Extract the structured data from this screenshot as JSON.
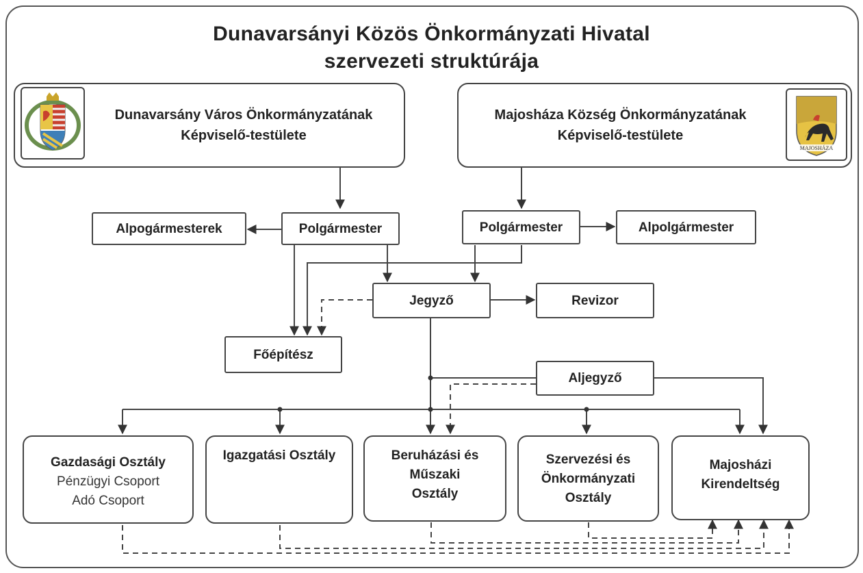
{
  "title": {
    "line1": "Dunavarsányi Közös Önkormányzati Hivatal",
    "line2": "szervezeti struktúrája"
  },
  "councils": {
    "dunavarsany": {
      "line1": "Dunavarsány Város Önkormányzatának",
      "line2": "Képviselő-testülete",
      "crest_icon": "dunavarsany-coat-of-arms"
    },
    "majoshaza": {
      "line1": "Majosháza Község Önkormányzatának",
      "line2": "Képviselő-testülete",
      "crest_icon": "majoshaza-coat-of-arms",
      "crest_text": "MAJOSHÁZA"
    }
  },
  "roles": {
    "alpolgarmesterek": "Alpogármesterek",
    "polgarmester_left": "Polgármester",
    "polgarmester_right": "Polgármester",
    "alpolgarmester": "Alpolgármester",
    "jegyzo": "Jegyző",
    "revizor": "Revizor",
    "foepitesz": "Főépítész",
    "aljegyzo": "Aljegyző"
  },
  "departments": [
    {
      "lines": [
        "Gazdasági Osztály"
      ],
      "sub": [
        "Pénzügyi Csoport",
        "Adó Csoport"
      ]
    },
    {
      "lines": [
        "Igazgatási Osztály"
      ],
      "sub": []
    },
    {
      "lines": [
        "Beruházási és",
        "Műszaki",
        "Osztály"
      ],
      "sub": []
    },
    {
      "lines": [
        "Szervezési és",
        "Önkormányzati",
        "Osztály"
      ],
      "sub": []
    },
    {
      "lines": [
        "Majosházi",
        "Kirendeltség"
      ],
      "sub": []
    }
  ],
  "colors": {
    "line": "#444444",
    "border": "#444444",
    "frame": "#555555",
    "text": "#222222"
  }
}
